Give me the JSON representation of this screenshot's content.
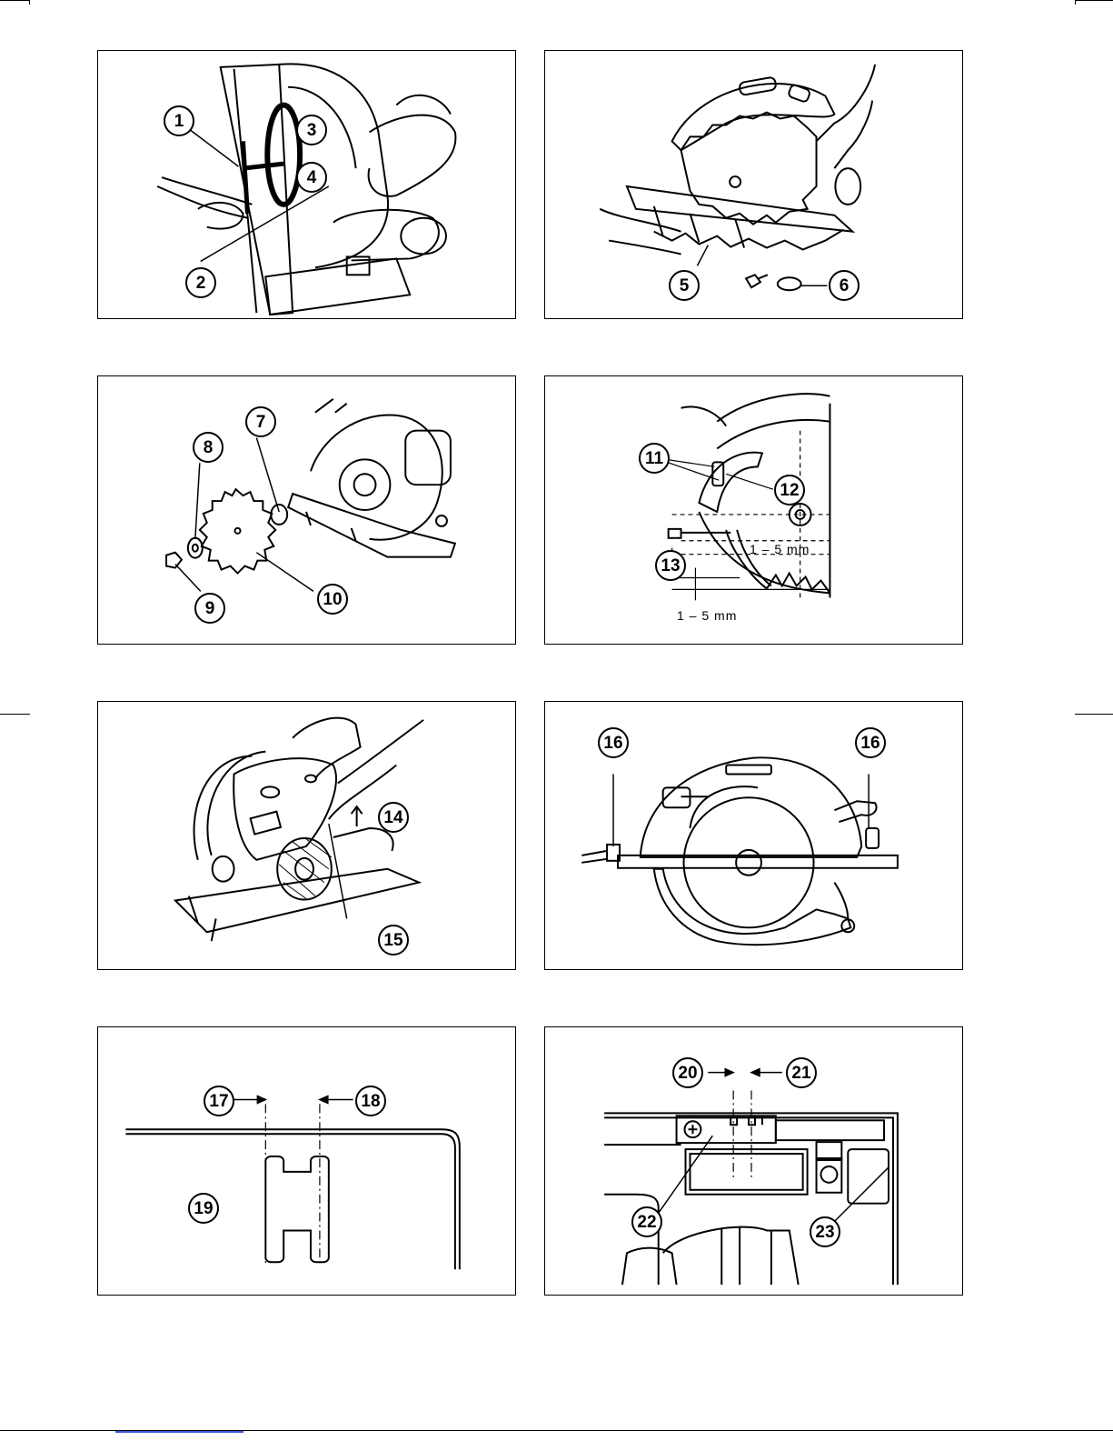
{
  "callouts": {
    "c1": "1",
    "c2": "2",
    "c3": "3",
    "c4": "4",
    "c5": "5",
    "c6": "6",
    "c7": "7",
    "c8": "8",
    "c9": "9",
    "c10": "10",
    "c11": "11",
    "c12": "12",
    "c13": "13",
    "c14": "14",
    "c15": "15",
    "c16a": "16",
    "c16b": "16",
    "c17": "17",
    "c18": "18",
    "c19": "19",
    "c20": "20",
    "c21": "21",
    "c22": "22",
    "c23": "23"
  },
  "dimensions": {
    "gap_upper": "1 – 5 mm",
    "gap_lower": "1 – 5 mm"
  },
  "colors": {
    "ink": "#000000",
    "paper": "#ffffff",
    "footer_link": "#3b5bdb"
  }
}
